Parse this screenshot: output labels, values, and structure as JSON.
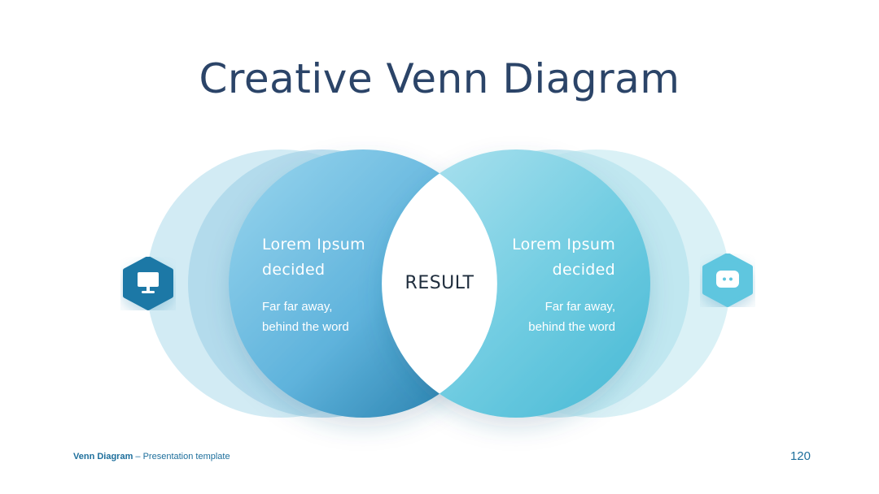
{
  "slide": {
    "title": "Creative Venn Diagram",
    "page_number": "120"
  },
  "left_set": {
    "heading_line1": "Lorem Ipsum",
    "heading_line2": "decided",
    "body_line1": "Far far away,",
    "body_line2": "behind the word",
    "icon": "monitor-icon"
  },
  "right_set": {
    "heading_line1": "Lorem Ipsum",
    "heading_line2": "decided",
    "body_line1": "Far far away,",
    "body_line2": "behind the word",
    "icon": "chat-bubble-icon"
  },
  "intersection": {
    "label": "RESULT"
  },
  "footer": {
    "brand": "Venn Diagram",
    "subtitle": " – Presentation template"
  },
  "colors": {
    "title": "#2b4468",
    "left_dark": "#1f7aa8",
    "left_light": "#8fd0ea",
    "right_dark": "#4fbfd8",
    "right_light": "#a9e0ec",
    "accent": "#1e6f9c"
  }
}
